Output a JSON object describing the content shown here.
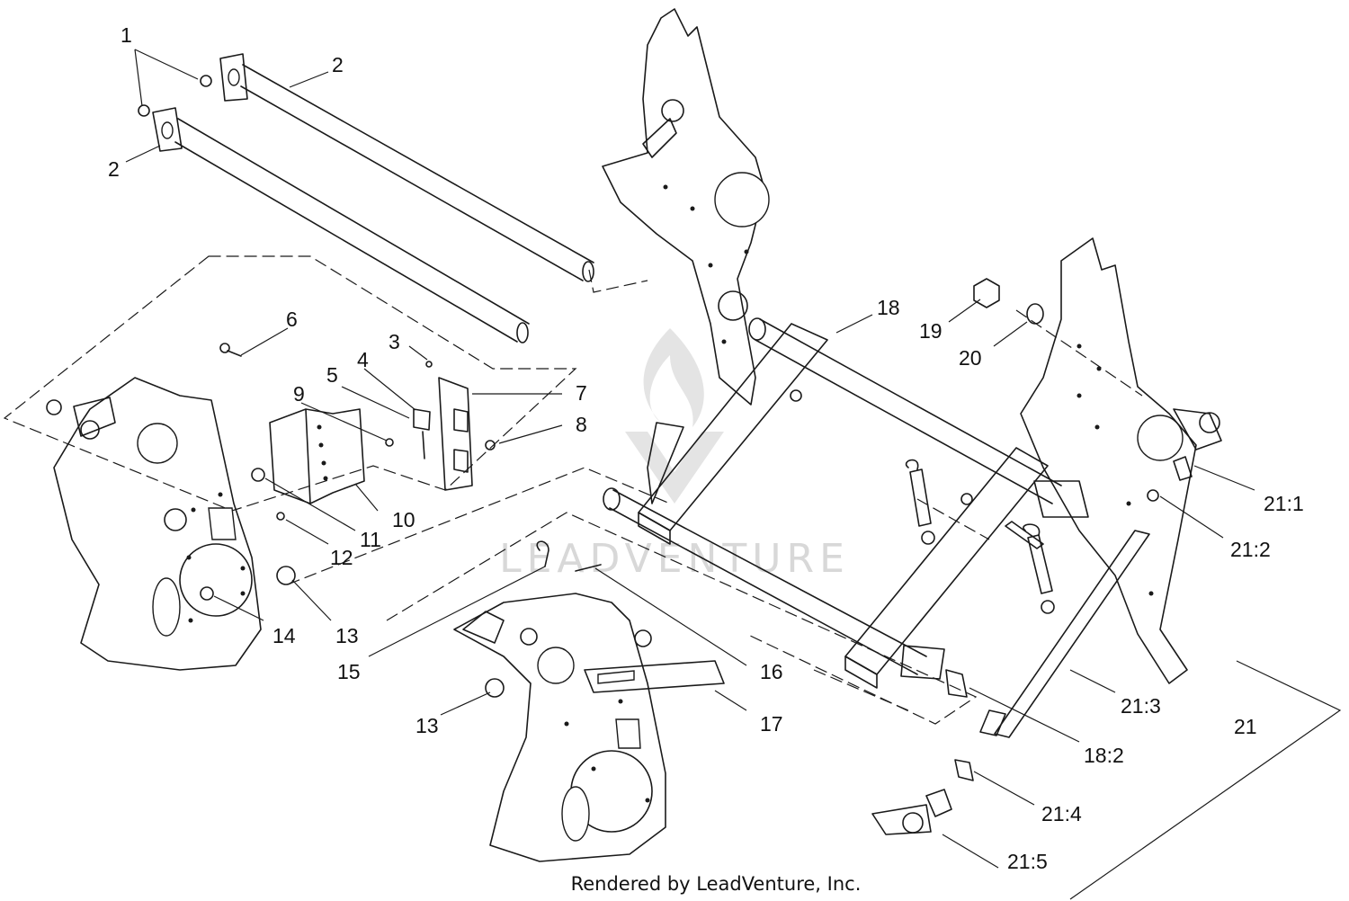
{
  "callouts": [
    {
      "id": "c1",
      "text": "1"
    },
    {
      "id": "c2a",
      "text": "2"
    },
    {
      "id": "c2b",
      "text": "2"
    },
    {
      "id": "c3",
      "text": "3"
    },
    {
      "id": "c4",
      "text": "4"
    },
    {
      "id": "c5",
      "text": "5"
    },
    {
      "id": "c6",
      "text": "6"
    },
    {
      "id": "c7",
      "text": "7"
    },
    {
      "id": "c8",
      "text": "8"
    },
    {
      "id": "c9",
      "text": "9"
    },
    {
      "id": "c10",
      "text": "10"
    },
    {
      "id": "c11",
      "text": "11"
    },
    {
      "id": "c12",
      "text": "12"
    },
    {
      "id": "c13a",
      "text": "13"
    },
    {
      "id": "c13b",
      "text": "13"
    },
    {
      "id": "c14",
      "text": "14"
    },
    {
      "id": "c15",
      "text": "15"
    },
    {
      "id": "c16",
      "text": "16"
    },
    {
      "id": "c17",
      "text": "17"
    },
    {
      "id": "c18",
      "text": "18"
    },
    {
      "id": "c18-2",
      "text": "18:2"
    },
    {
      "id": "c19",
      "text": "19"
    },
    {
      "id": "c20",
      "text": "20"
    },
    {
      "id": "c21",
      "text": "21"
    },
    {
      "id": "c21-1",
      "text": "21:1"
    },
    {
      "id": "c21-2",
      "text": "21:2"
    },
    {
      "id": "c21-3",
      "text": "21:3"
    },
    {
      "id": "c21-4",
      "text": "21:4"
    },
    {
      "id": "c21-5",
      "text": "21:5"
    }
  ],
  "watermark": "LEADVENTURE",
  "footer": "Rendered by LeadVenture, Inc."
}
